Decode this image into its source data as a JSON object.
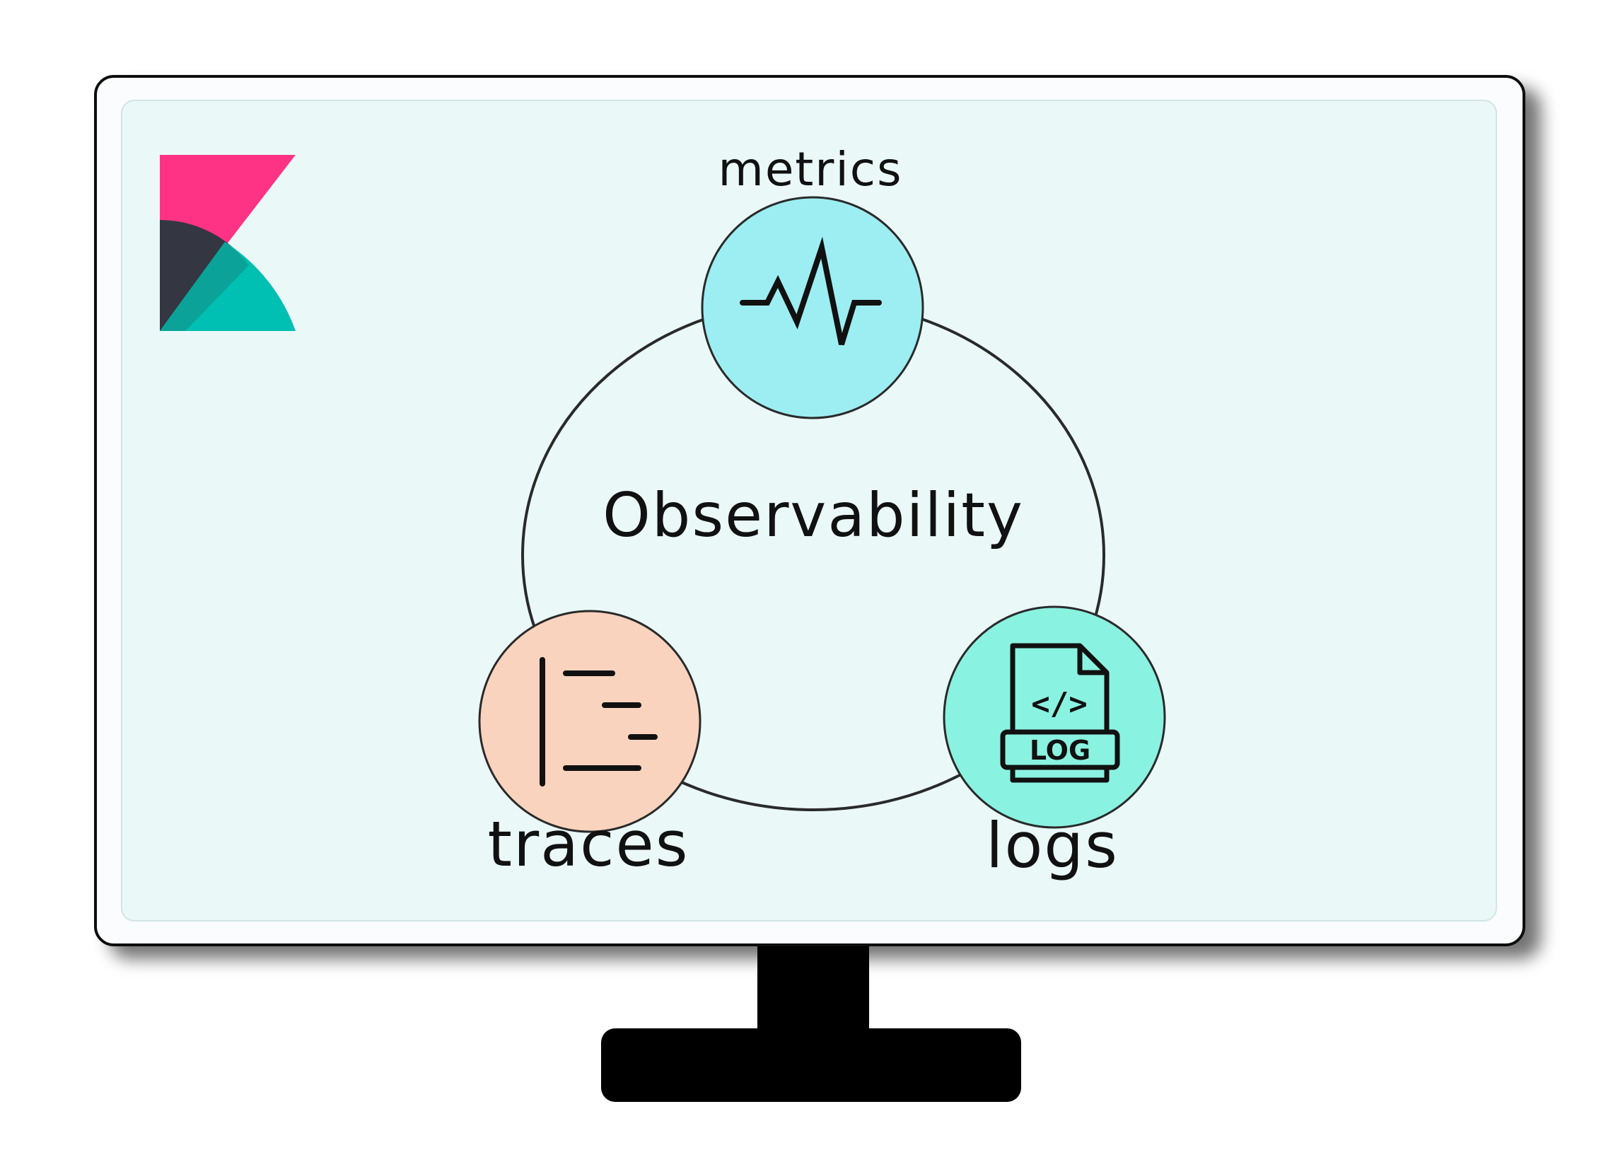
{
  "diagram": {
    "center_label": "Observability",
    "nodes": [
      {
        "id": "metrics",
        "label": "metrics",
        "icon": "pulse-icon",
        "color": "#9DEEF2"
      },
      {
        "id": "traces",
        "label": "traces",
        "icon": "trace-waterfall-icon",
        "color": "#FAD3BE"
      },
      {
        "id": "logs",
        "label": "logs",
        "icon": "log-file-icon",
        "color": "#8AF2E0"
      }
    ],
    "log_icon_text": "LOG",
    "log_icon_code": "</>"
  },
  "logo": {
    "icon": "kibana-logo",
    "colors": {
      "pink": "#FF3385",
      "dark": "#343741",
      "teal": "#00BFB3"
    }
  },
  "colors": {
    "screen_background": "#EAF8F8",
    "monitor_frame": "#FAFCFD",
    "outline": "#111111",
    "stand": "#000000"
  }
}
